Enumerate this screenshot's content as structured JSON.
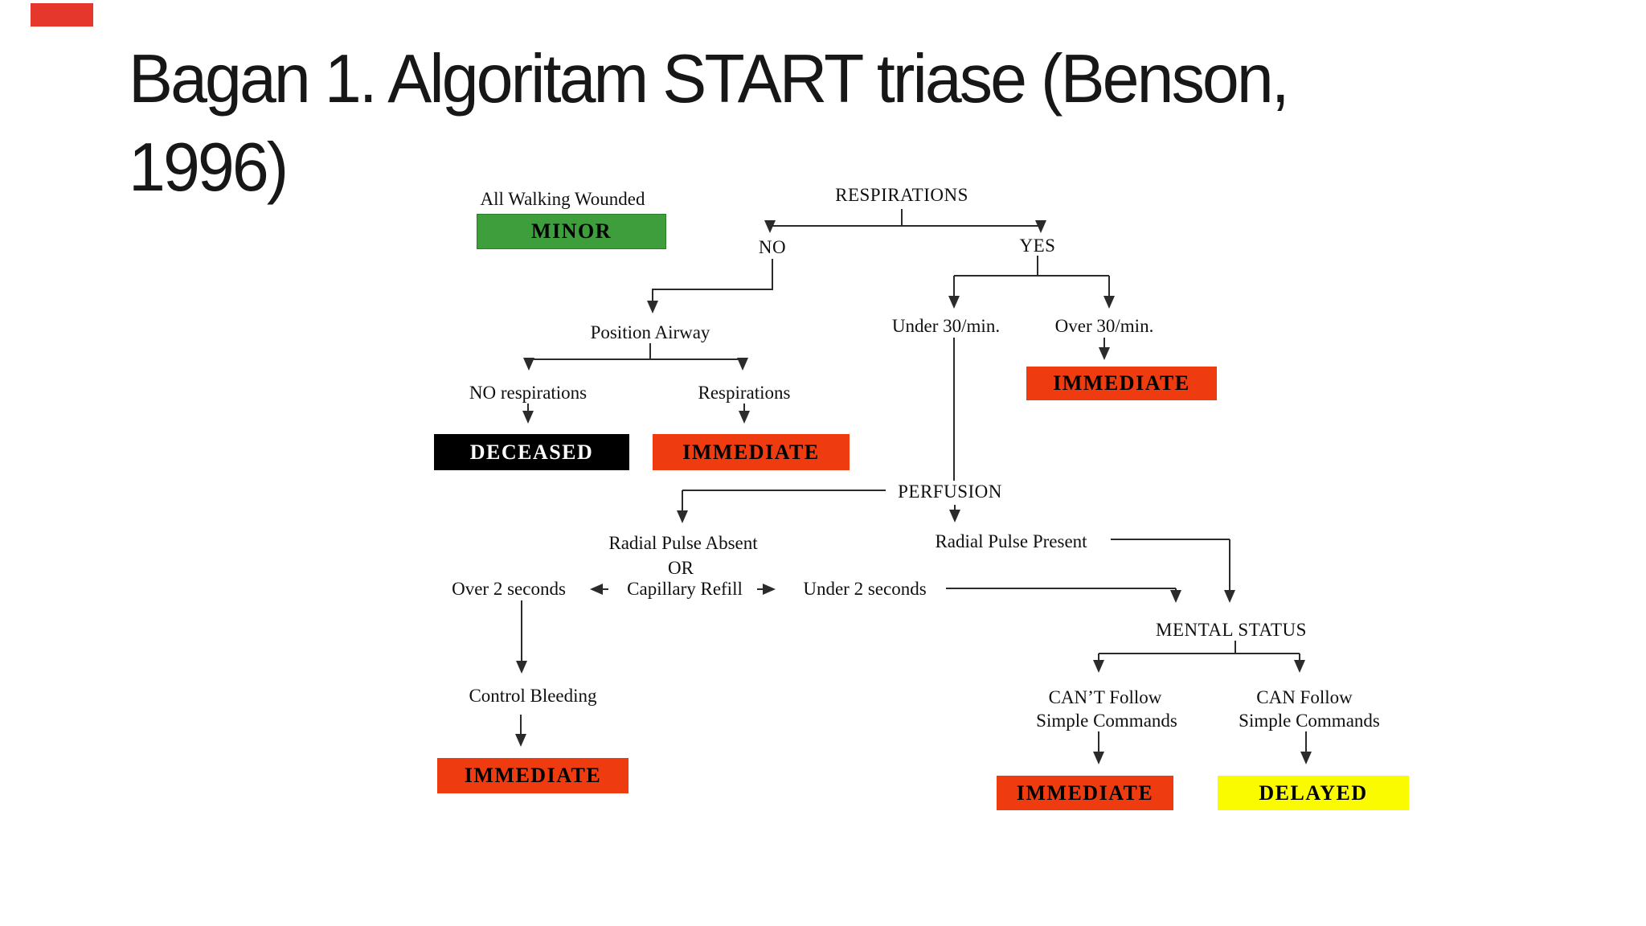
{
  "slide": {
    "title_line1": "Bagan 1. Algoritam START triase (Benson,",
    "title_line2": "1996)"
  },
  "badge": {
    "description": "red-rectangle-marker",
    "color": "#E5372B"
  },
  "flowchart": {
    "line_color": "#2b2b2b",
    "labels": {
      "all_walking_wounded": "All Walking Wounded",
      "respirations": "RESPIRATIONS",
      "no": "NO",
      "yes": "YES",
      "position_airway": "Position Airway",
      "no_respirations": "NO respirations",
      "respirations_present": "Respirations",
      "under_30": "Under 30/min.",
      "over_30": "Over 30/min.",
      "perfusion": "PERFUSION",
      "radial_pulse_absent": "Radial Pulse Absent",
      "or": "OR",
      "over_2_seconds": "Over 2 seconds",
      "capillary_refill": "Capillary Refill",
      "under_2_seconds": "Under 2 seconds",
      "radial_pulse_present": "Radial Pulse Present",
      "mental_status": "MENTAL STATUS",
      "cant_follow": "CAN’T Follow",
      "can_follow": "CAN Follow",
      "simple_commands": "Simple Commands",
      "control_bleeding": "Control Bleeding"
    },
    "boxes": {
      "minor": {
        "label": "MINOR",
        "color": "#3F9E3C"
      },
      "deceased": {
        "label": "DECEASED",
        "color": "#000000"
      },
      "immediate": {
        "label": "IMMEDIATE",
        "color": "#EE3B10"
      },
      "delayed": {
        "label": "DELAYED",
        "color": "#FBFB00"
      }
    }
  }
}
